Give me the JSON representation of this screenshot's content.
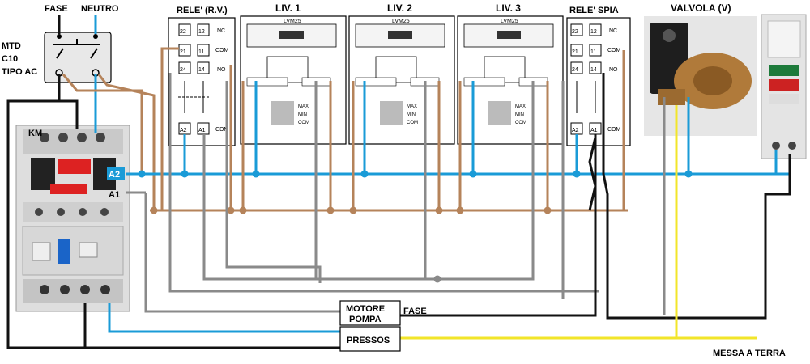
{
  "labels": {
    "fase_top": "FASE",
    "neutro_top": "NEUTRO",
    "mtd_line1": "MTD",
    "mtd_line2": "C10",
    "mtd_line3": "TIPO AC",
    "km": "KM",
    "a2": "A2",
    "a1": "A1",
    "rele_rv": "RELE' (R.V.)",
    "liv1": "LIV. 1",
    "liv2": "LIV. 2",
    "liv3": "LIV. 3",
    "rele_spia": "RELE' SPIA",
    "valvola": "VALVOLA (V)",
    "motore_line1": "MOTORE",
    "motore_line2": "POMPA",
    "pressos": "PRESSOS",
    "fase_motor": "FASE",
    "messa_a_terra": "MESSA A TERRA"
  },
  "relay_terminals": {
    "t22": "22",
    "t12": "12",
    "t21": "21",
    "t11": "11",
    "t24": "24",
    "t14": "14",
    "ta2": "A2",
    "ta1": "A1",
    "nc": "NC",
    "com": "COM",
    "no": "NO"
  },
  "level_module": {
    "model": "LVM25",
    "max": "MAX",
    "min": "MIN",
    "com": "COM"
  },
  "colors": {
    "blue": "#1a9bd7",
    "brown": "#b5835a",
    "gray": "#8a8a8a",
    "black": "#111111",
    "yellow": "#f2e52a"
  }
}
